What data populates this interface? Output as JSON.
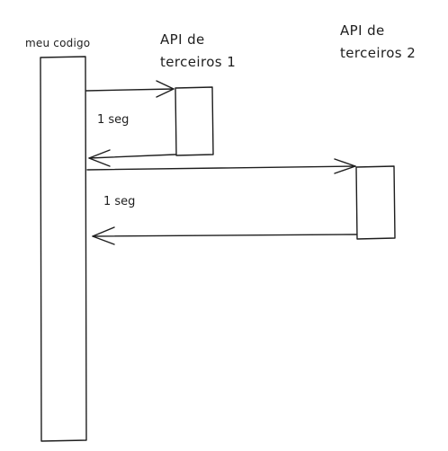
{
  "participants": [
    {
      "label": "meu codigo"
    },
    {
      "label_lines": [
        "API de",
        "terceiros 1"
      ]
    },
    {
      "label_lines": [
        "API de",
        "terceiros 2"
      ]
    }
  ],
  "messages": [
    {
      "label": "1 seg"
    },
    {
      "label": "1 seg"
    }
  ],
  "colors": {
    "stroke": "#1e1e1e",
    "background": "#ffffff"
  }
}
